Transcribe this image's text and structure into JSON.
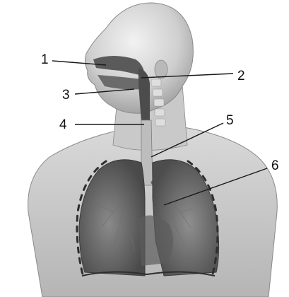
{
  "diagram": {
    "labels": [
      {
        "id": "l1",
        "text": "1"
      },
      {
        "id": "l2",
        "text": "2"
      },
      {
        "id": "l3",
        "text": "3"
      },
      {
        "id": "l4",
        "text": "4"
      },
      {
        "id": "l5",
        "text": "5"
      },
      {
        "id": "l6",
        "text": "6"
      }
    ]
  }
}
